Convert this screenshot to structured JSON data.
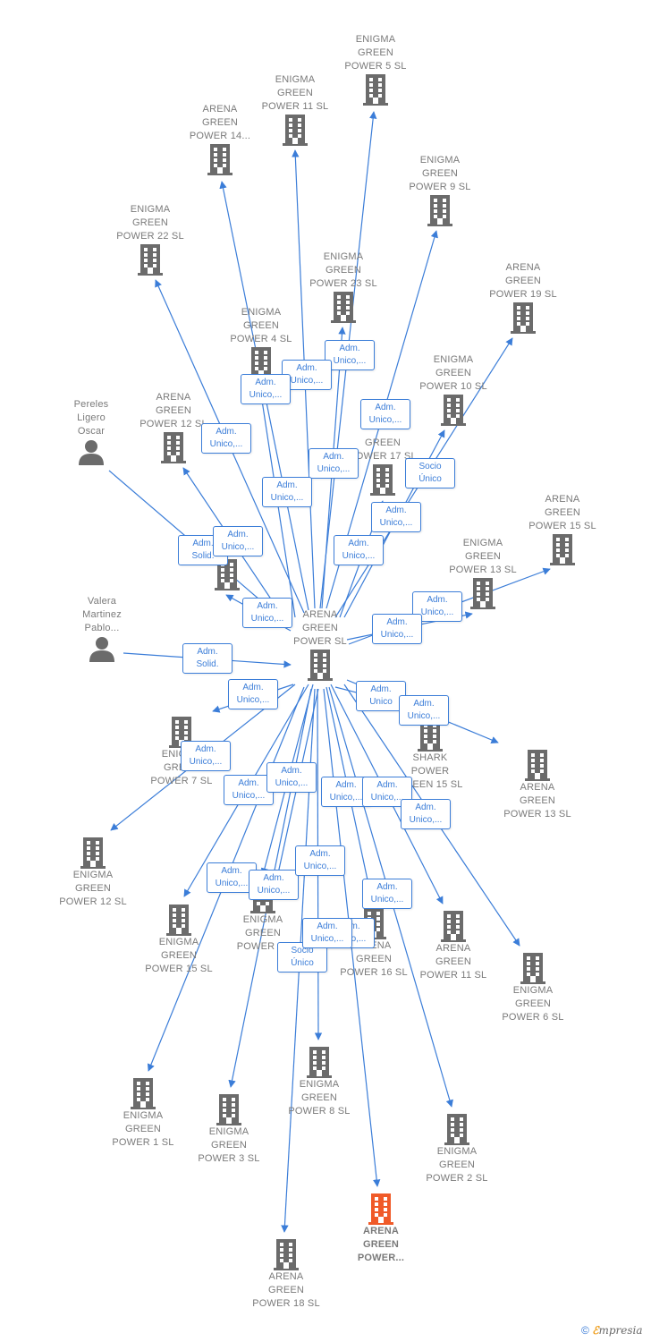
{
  "colors": {
    "edge": "#3b7dd8",
    "building": "#6b6b6b",
    "highlight": "#f05a28",
    "badge_border": "#3b7dd8",
    "text": "#7a7a7a"
  },
  "nodes": [
    {
      "id": "n_ep5",
      "type": "company",
      "label": "ENIGMA\nGREEN\nPOWER 5  SL",
      "label_pos": "above"
    },
    {
      "id": "n_ep11",
      "type": "company",
      "label": "ENIGMA\nGREEN\nPOWER 11  SL",
      "label_pos": "above"
    },
    {
      "id": "n_ap14",
      "type": "company",
      "label": "ARENA\nGREEN\nPOWER 14...",
      "label_pos": "above"
    },
    {
      "id": "n_ep9",
      "type": "company",
      "label": "ENIGMA\nGREEN\nPOWER 9  SL",
      "label_pos": "above"
    },
    {
      "id": "n_ep22",
      "type": "company",
      "label": "ENIGMA\nGREEN\nPOWER 22  SL",
      "label_pos": "above"
    },
    {
      "id": "n_ep23",
      "type": "company",
      "label": "ENIGMA\nGREEN\nPOWER 23  SL",
      "label_pos": "above"
    },
    {
      "id": "n_ap19",
      "type": "company",
      "label": "ARENA\nGREEN\nPOWER 19  SL",
      "label_pos": "above"
    },
    {
      "id": "n_ep4",
      "type": "company",
      "label": "ENIGMA\nGREEN\nPOWER 4  SL",
      "label_pos": "above"
    },
    {
      "id": "n_pereles",
      "type": "person",
      "label": "Pereles\nLigero\nOscar",
      "label_pos": "above"
    },
    {
      "id": "n_ap12top",
      "type": "company",
      "label": "ARENA\nGREEN\nPOWER 12  SL",
      "label_pos": "above"
    },
    {
      "id": "n_ep10",
      "type": "company",
      "label": "ENIGMA\nGREEN\nPOWER 10  SL",
      "label_pos": "above"
    },
    {
      "id": "n_p17",
      "type": "company",
      "label": "GREEN\nPOWER 17  SL",
      "label_pos": "above"
    },
    {
      "id": "n_ap15",
      "type": "company",
      "label": "ARENA\nGREEN\nPOWER 15  SL",
      "label_pos": "above"
    },
    {
      "id": "n_enig_mid",
      "type": "company",
      "label": "ENIGMA",
      "label_pos": "above"
    },
    {
      "id": "n_ep13",
      "type": "company",
      "label": "ENIGMA\nGREEN\nPOWER 13  SL",
      "label_pos": "above"
    },
    {
      "id": "n_valera",
      "type": "person",
      "label": "Valera\nMartinez\nPablo...",
      "label_pos": "above"
    },
    {
      "id": "n_center",
      "type": "company",
      "label": "ARENA\nGREEN\nPOWER  SL",
      "label_pos": "above"
    },
    {
      "id": "n_ep7",
      "type": "company",
      "label": "ENIGMA\nGREEN\nPOWER 7  SL",
      "label_pos": "below"
    },
    {
      "id": "n_shark",
      "type": "company",
      "label": "SHARK\nPOWER\nGREEN 15  SL",
      "label_pos": "below"
    },
    {
      "id": "n_ap13",
      "type": "company",
      "label": "ARENA\nGREEN\nPOWER 13  SL",
      "label_pos": "below"
    },
    {
      "id": "n_ep12",
      "type": "company",
      "label": "ENIGMA\nGREEN\nPOWER 12  SL",
      "label_pos": "below"
    },
    {
      "id": "n_ep15",
      "type": "company",
      "label": "ENIGMA\nGREEN\nPOWER 15  SL",
      "label_pos": "below"
    },
    {
      "id": "n_ep14",
      "type": "company",
      "label": "ENIGMA\nGREEN\nPOWER 14",
      "label_pos": "below"
    },
    {
      "id": "n_ap16",
      "type": "company",
      "label": "ARENA\nGREEN\nPOWER 16  SL",
      "label_pos": "below"
    },
    {
      "id": "n_ap11",
      "type": "company",
      "label": "ARENA\nGREEN\nPOWER 11  SL",
      "label_pos": "below"
    },
    {
      "id": "n_ep6",
      "type": "company",
      "label": "ENIGMA\nGREEN\nPOWER 6  SL",
      "label_pos": "below"
    },
    {
      "id": "n_ep8",
      "type": "company",
      "label": "ENIGMA\nGREEN\nPOWER 8  SL",
      "label_pos": "below"
    },
    {
      "id": "n_ep1",
      "type": "company",
      "label": "ENIGMA\nGREEN\nPOWER 1  SL",
      "label_pos": "below"
    },
    {
      "id": "n_ep3",
      "type": "company",
      "label": "ENIGMA\nGREEN\nPOWER 3  SL",
      "label_pos": "below"
    },
    {
      "id": "n_ep2",
      "type": "company",
      "label": "ENIGMA\nGREEN\nPOWER 2  SL",
      "label_pos": "below"
    },
    {
      "id": "n_focus",
      "type": "company",
      "label": "ARENA\nGREEN\nPOWER...",
      "label_pos": "below",
      "highlight": true
    },
    {
      "id": "n_ap18",
      "type": "company",
      "label": "ARENA\nGREEN\nPOWER 18  SL",
      "label_pos": "below"
    }
  ],
  "badges": [
    {
      "text": "Adm.\nUnico,..."
    },
    {
      "text": "Adm.\nUnico,..."
    },
    {
      "text": "Adm.\nUnico,..."
    },
    {
      "text": "Adm.\nUnico,..."
    },
    {
      "text": "Adm.\nUnico,..."
    },
    {
      "text": "Adm.\nUnico,..."
    },
    {
      "text": "Adm.\nUnico,..."
    },
    {
      "text": "Socio\nÚnico"
    },
    {
      "text": "Adm.\nSolid."
    },
    {
      "text": "Adm.\nUnico,..."
    },
    {
      "text": "Adm.\nUnico,..."
    },
    {
      "text": "Adm.\nUnico,..."
    },
    {
      "text": "Adm.\nUnico,..."
    },
    {
      "text": "Adm.\nUnico,..."
    },
    {
      "text": "Adm.\nUnico,..."
    },
    {
      "text": "Adm.\nSolid."
    },
    {
      "text": "Adm.\nUnico,..."
    },
    {
      "text": "Adm.\nUnico"
    },
    {
      "text": "Adm.\nUnico,..."
    },
    {
      "text": "Adm.\nUnico,..."
    },
    {
      "text": "Adm.\nUnico,..."
    },
    {
      "text": "Adm.\nUnico,..."
    },
    {
      "text": "Adm.\nUnico,..."
    },
    {
      "text": "Adm.\nUnico,..."
    },
    {
      "text": "Adm.\nUnico,..."
    },
    {
      "text": "Adm.\nUnico,..."
    },
    {
      "text": "Adm.\nUnico,..."
    },
    {
      "text": "Adm.\nUnico,..."
    },
    {
      "text": "Adm.\nUnico,..."
    },
    {
      "text": "Adm.\nUnico,..."
    },
    {
      "text": "Socio\nÚnico"
    },
    {
      "text": "Adm.\nUnico,..."
    }
  ],
  "footer": {
    "copyright": "©",
    "brand_first": "ℰ",
    "brand_rest": "mpresia"
  }
}
